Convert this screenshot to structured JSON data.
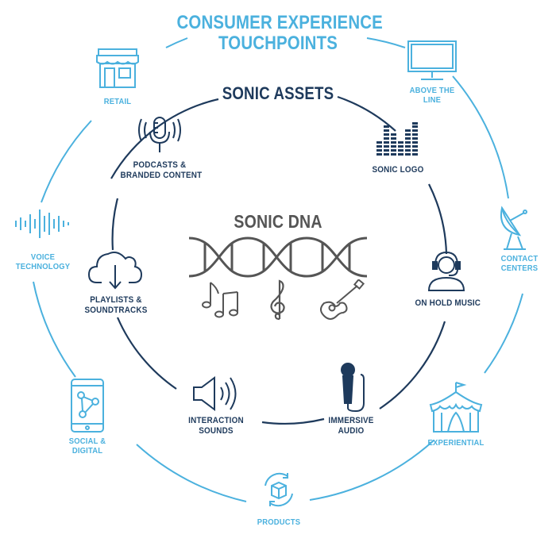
{
  "outer": {
    "title_line1": "CONSUMER EXPERIENCE",
    "title_line2": "TOUCHPOINTS",
    "touchpoints": {
      "retail": "RETAIL",
      "above_line1": "ABOVE THE",
      "above_line2": "LINE",
      "voice_line1": "VOICE",
      "voice_line2": "TECHNOLOGY",
      "contact_line1": "CONTACT",
      "contact_line2": "CENTERS",
      "social_line1": "SOCIAL &",
      "social_line2": "DIGITAL",
      "experiential": "EXPERIENTIAL",
      "products": "PRODUCTS"
    }
  },
  "inner": {
    "title": "SONIC ASSETS",
    "assets": {
      "podcasts_line1": "PODCASTS &",
      "podcasts_line2": "BRANDED CONTENT",
      "logo": "SONIC LOGO",
      "playlists_line1": "PLAYLISTS &",
      "playlists_line2": "SOUNDTRACKS",
      "hold": "ON HOLD MUSIC",
      "interaction_line1": "INTERACTION",
      "interaction_line2": "SOUNDS",
      "immersive_line1": "IMMERSIVE",
      "immersive_line2": "AUDIO"
    }
  },
  "center": {
    "title": "SONIC DNA"
  },
  "colors": {
    "outer_blue": "#4bb1de",
    "inner_navy": "#1e3a5c",
    "dna_gray": "#555555"
  }
}
